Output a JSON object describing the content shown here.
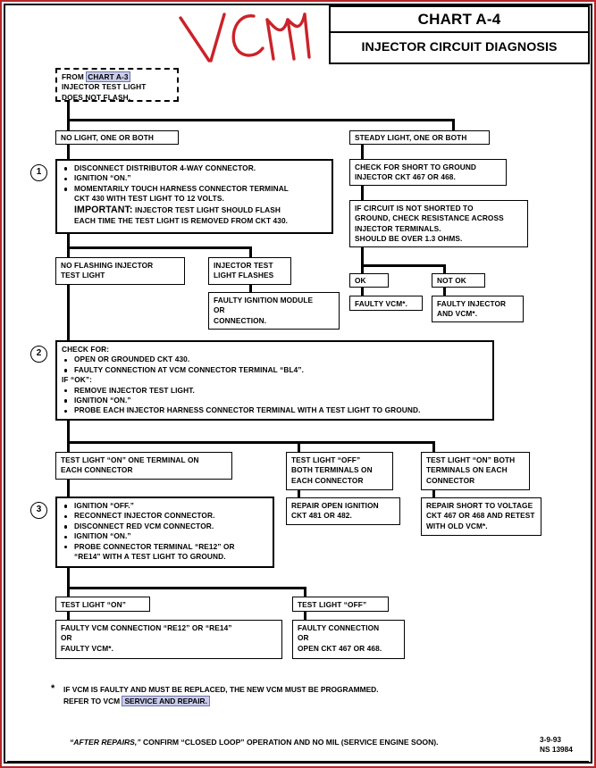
{
  "page": {
    "title_line1": "CHART A-4",
    "title_line2": "INJECTOR CIRCUIT DIAGNOSIS",
    "handwritten_annotation": "VCM",
    "annotation_color": "#cc2229",
    "link_highlight_color": "#c9cdeb"
  },
  "entry": {
    "line1_prefix": "FROM ",
    "line1_link": "CHART A-3",
    "line2": "INJECTOR TEST LIGHT",
    "line3": "DOES NOT FLASH."
  },
  "branch_top": {
    "left": "NO LIGHT, ONE OR BOTH",
    "right": "STEADY LIGHT, ONE OR BOTH"
  },
  "step1": {
    "number": "1",
    "bullet1": "DISCONNECT DISTRIBUTOR 4-WAY CONNECTOR.",
    "bullet2": "IGNITION “ON.”",
    "bullet3": "MOMENTARILY TOUCH HARNESS CONNECTOR TERMINAL",
    "bullet3_cont": "CKT 430 WITH TEST LIGHT TO 12 VOLTS.",
    "important_label": "IMPORTANT:",
    "important_text": "INJECTOR TEST LIGHT SHOULD FLASH",
    "important_cont": "EACH TIME THE TEST LIGHT IS REMOVED FROM CKT 430."
  },
  "right_branch": {
    "check_short_line1": "CHECK FOR SHORT TO GROUND",
    "check_short_line2": "INJECTOR CKT 467 OR 468.",
    "resistance_line1": "IF CIRCUIT IS NOT SHORTED TO",
    "resistance_line2": "GROUND, CHECK RESISTANCE ACROSS",
    "resistance_line3": "INJECTOR TERMINALS.",
    "resistance_line4": "SHOULD BE OVER 1.3 OHMS.",
    "ok_label": "OK",
    "not_ok_label": "NOT OK",
    "ok_result": "FAULTY VCM*.",
    "not_ok_result_line1": "FAULTY INJECTOR",
    "not_ok_result_line2": "AND VCM*."
  },
  "step1_results": {
    "no_flash_line1": "NO FLASHING INJECTOR",
    "no_flash_line2": "TEST LIGHT",
    "flashes_line1": "INJECTOR TEST",
    "flashes_line2": "LIGHT FLASHES",
    "faulty_ignition_line1": "FAULTY IGNITION MODULE",
    "faulty_ignition_line2": "OR",
    "faulty_ignition_line3": "CONNECTION."
  },
  "step2": {
    "number": "2",
    "header": "CHECK FOR:",
    "bullet1": "OPEN OR GROUNDED CKT 430.",
    "bullet2": "FAULTY CONNECTION AT VCM CONNECTOR TERMINAL “BL4”.",
    "if_ok": "IF “OK”:",
    "bullet3": "REMOVE INJECTOR TEST LIGHT.",
    "bullet4": "IGNITION “ON.”",
    "bullet5": "PROBE EACH INJECTOR HARNESS CONNECTOR TERMINAL WITH A TEST LIGHT TO GROUND."
  },
  "step2_results": {
    "left_line1": "TEST LIGHT “ON” ONE TERMINAL ON",
    "left_line2": "EACH CONNECTOR",
    "mid_line1": "TEST LIGHT “OFF”",
    "mid_line2": "BOTH TERMINALS ON",
    "mid_line3": "EACH CONNECTOR",
    "right_line1": "TEST LIGHT “ON” BOTH",
    "right_line2": "TERMINALS ON EACH",
    "right_line3": "CONNECTOR",
    "mid_action_line1": "REPAIR OPEN IGNITION",
    "mid_action_line2": "CKT 481 OR 482.",
    "right_action_line1": "REPAIR SHORT TO  VOLTAGE",
    "right_action_line2": "CKT 467 OR 468 AND RETEST",
    "right_action_line3": "WITH OLD VCM*."
  },
  "step3": {
    "number": "3",
    "bullet1": "IGNITION “OFF.”",
    "bullet2": "RECONNECT INJECTOR CONNECTOR.",
    "bullet3": "DISCONNECT RED VCM CONNECTOR.",
    "bullet4": "IGNITION “ON.”",
    "bullet5": "PROBE CONNECTOR TERMINAL “RE12” OR",
    "bullet5_cont": "“RE14” WITH A TEST LIGHT TO GROUND."
  },
  "step3_results": {
    "on_label": "TEST LIGHT “ON”",
    "off_label": "TEST LIGHT “OFF”",
    "on_result_line1": "FAULTY VCM CONNECTION “RE12” OR “RE14”",
    "on_result_line2": "OR",
    "on_result_line3": "FAULTY VCM*.",
    "off_result_line1": "FAULTY CONNECTION",
    "off_result_line2": "OR",
    "off_result_line3": "OPEN CKT 467 OR 468."
  },
  "footnote": {
    "line1": "IF VCM IS FAULTY AND MUST BE REPLACED, THE NEW VCM MUST BE PROGRAMMED.",
    "line2_prefix": "REFER TO VCM ",
    "line2_link": "SERVICE AND REPAIR."
  },
  "footer": {
    "italic_part": "“AFTER REPAIRS,”",
    "rest": " CONFIRM “CLOSED LOOP” OPERATION AND NO MIL (SERVICE ENGINE SOON).",
    "date": "3-9-93",
    "code": "NS 13984"
  }
}
